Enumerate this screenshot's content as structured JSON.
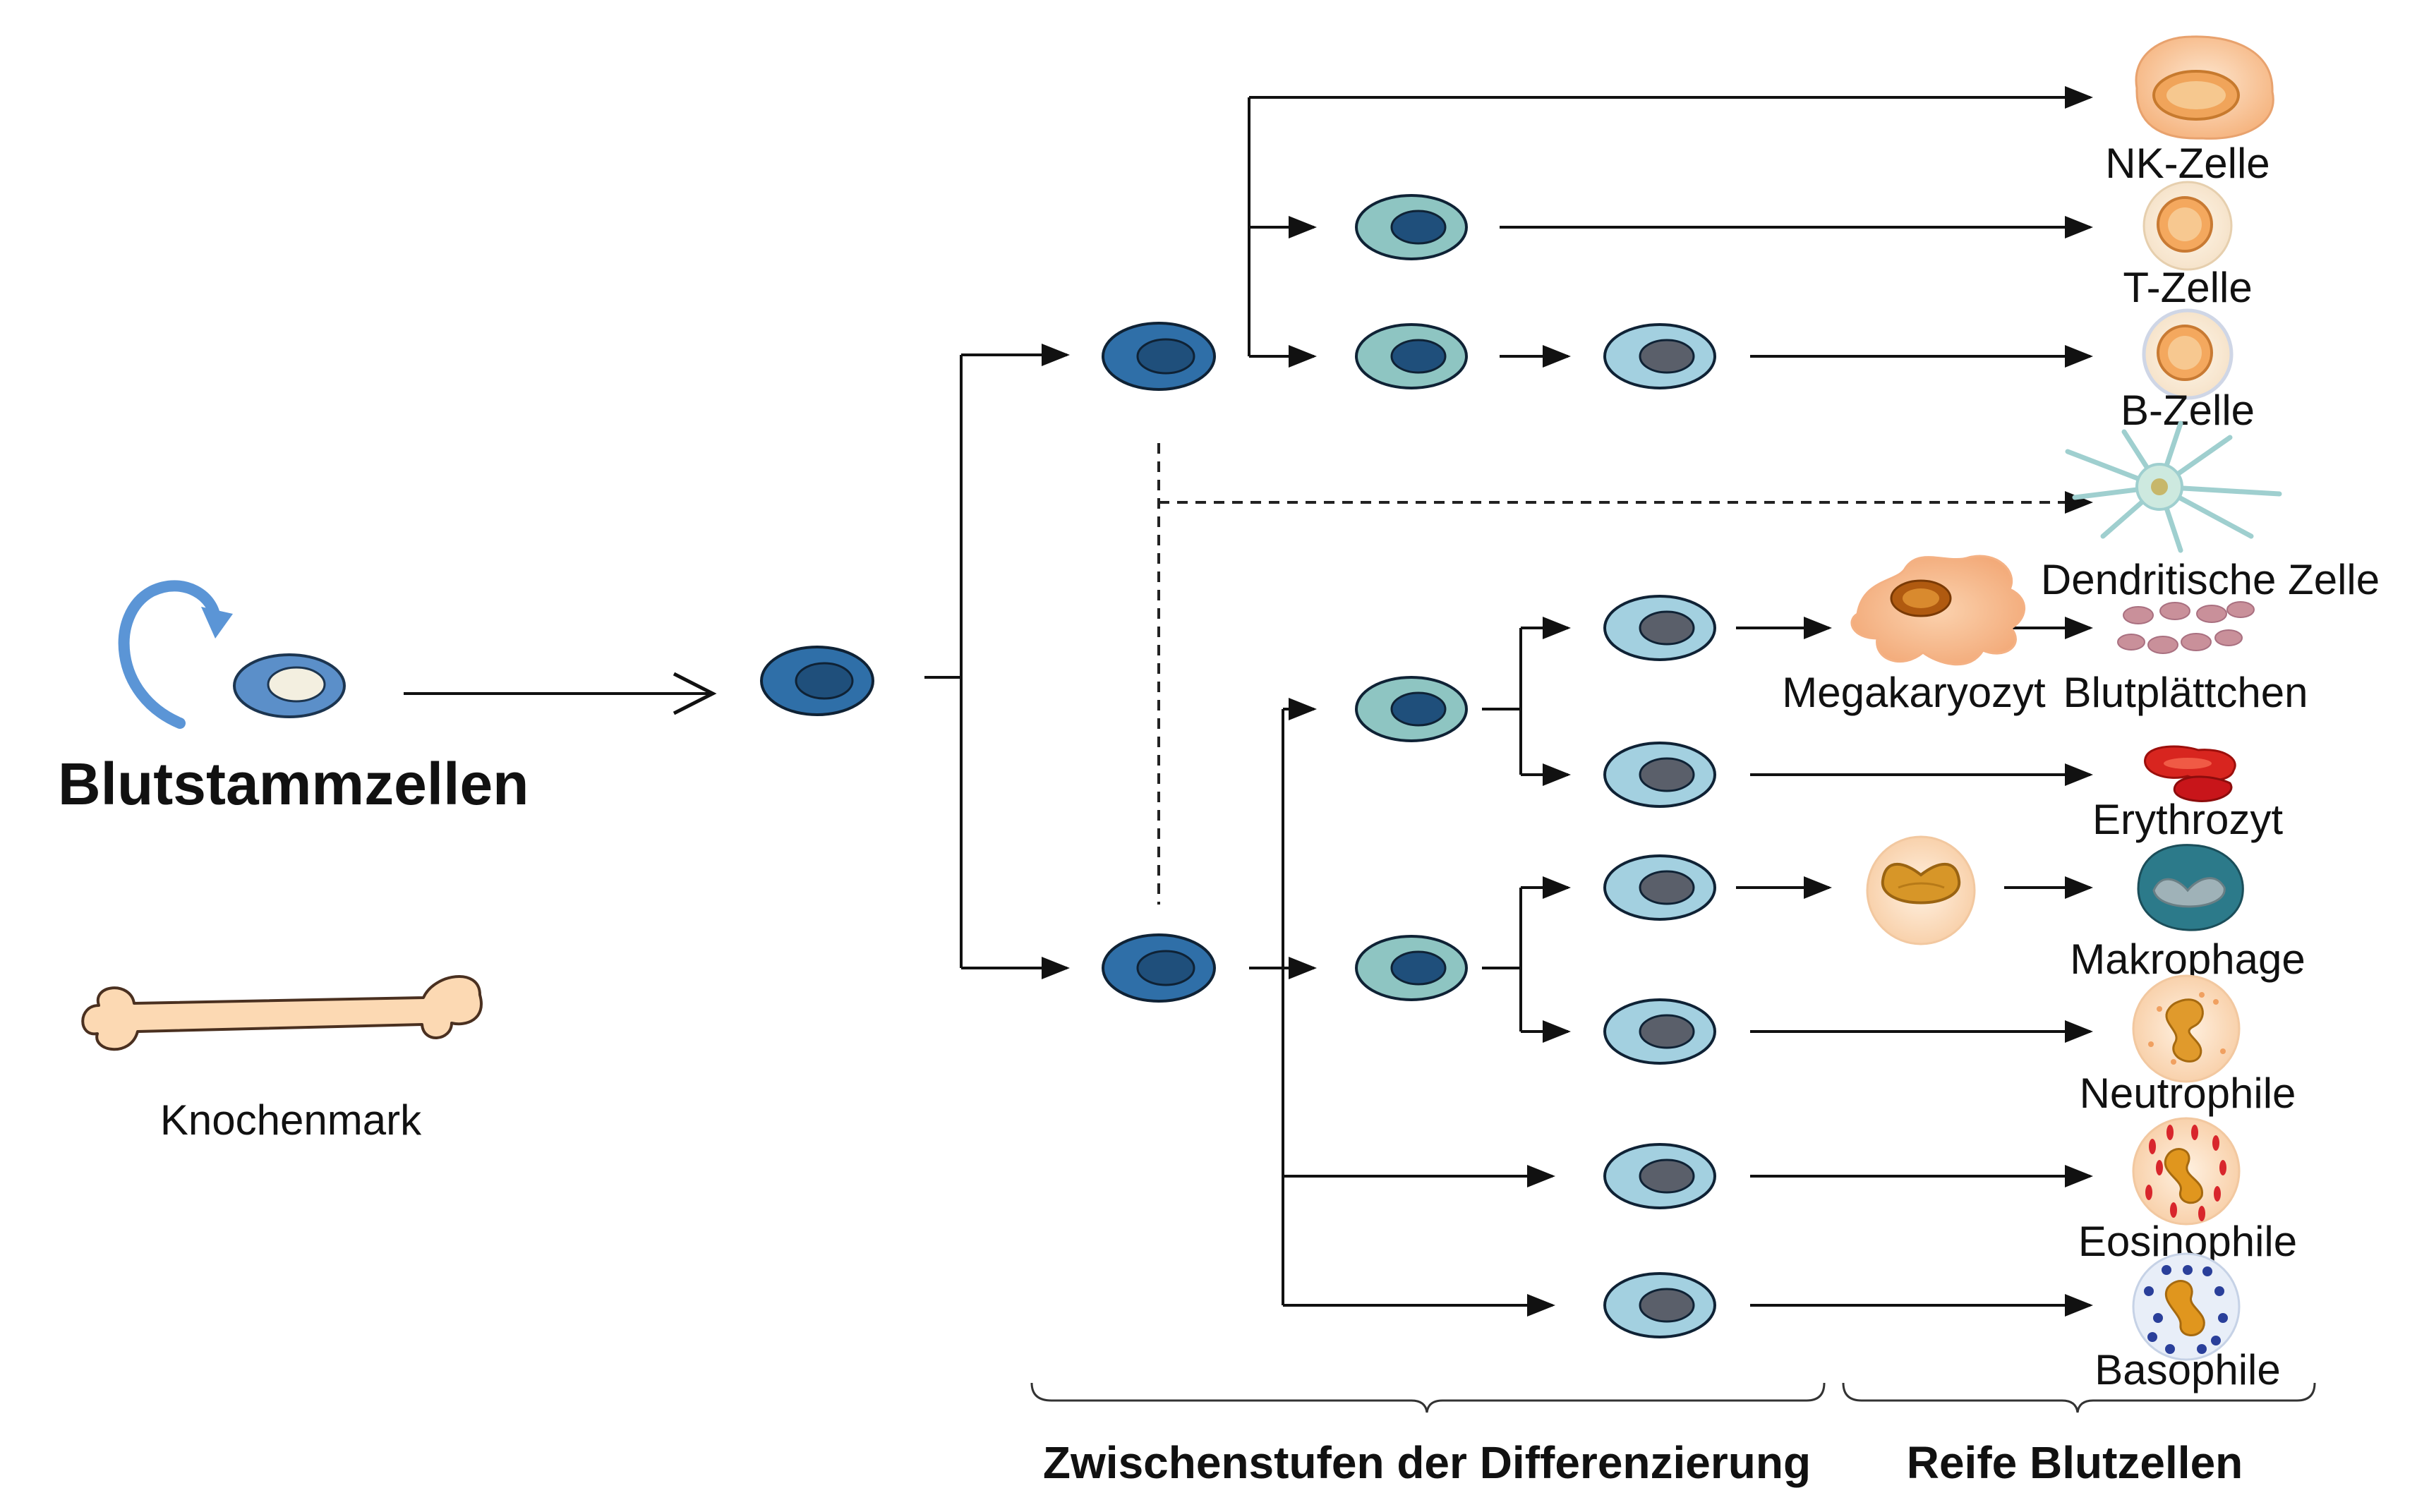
{
  "left": {
    "stem_cells_label": "Blutstammzellen",
    "bone_marrow_label": "Knochenmark"
  },
  "mature_cells": {
    "nk": "NK-Zelle",
    "t": "T-Zelle",
    "b": "B-Zelle",
    "dendritic": "Dendritische Zelle",
    "megakaryocyte": "Megakaryozyt",
    "platelets": "Blutplättchen",
    "erythrocyte": "Erythrozyt",
    "macrophage": "Makrophage",
    "neutrophil": "Neutrophile",
    "eosinophil": "Eosinophile",
    "basophil": "Basophile"
  },
  "sections": {
    "intermediate": "Zwischenstufen der Differenzierung",
    "mature": "Reife Blutzellen"
  },
  "colors": {
    "stem_cell": "#5b8fc9",
    "progenitor": "#2f6fa8",
    "lymphoid_precursor": "#8ec5c2",
    "myeloid_precursor": "#a3d0e0",
    "nk_cell": "#f4b684",
    "megakaryocyte": "#f3b98f",
    "erythrocyte": "#d8251f",
    "macrophage": "#2c7a8a"
  }
}
